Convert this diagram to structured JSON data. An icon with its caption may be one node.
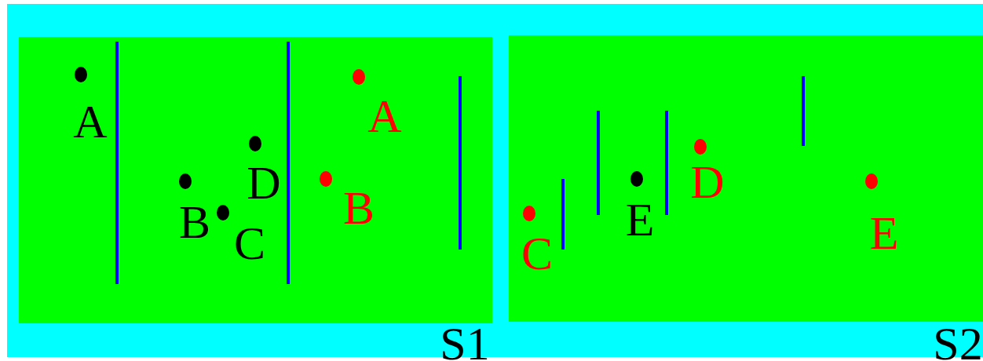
{
  "diagram": {
    "nodes": [
      {
        "text": [
          "S1"
        ]
      },
      {
        "text": [],
        "shape": "circle",
        "beside": [
          "A"
        ],
        "in": 0
      },
      {
        "text": [],
        "shape": "circle",
        "beside": [
          "B"
        ],
        "in": 0
      },
      {
        "text": [],
        "shape": "circle",
        "beside": [
          "C"
        ],
        "in": 0
      },
      {
        "text": [],
        "shape": "circle",
        "beside": [
          "D"
        ],
        "in": 0
      },
      {
        "text": [],
        "shape": "circle",
        "beside": [
          "A"
        ],
        "in": 0
      },
      {
        "text": [],
        "shape": "circle",
        "beside": [
          "B"
        ],
        "in": 0
      },
      {
        "text": [
          "S2"
        ]
      },
      {
        "text": [],
        "shape": "circle",
        "beside": [
          "C"
        ],
        "in": 7
      },
      {
        "text": [],
        "shape": "circle",
        "beside": [
          "E"
        ],
        "in": 7
      },
      {
        "text": [],
        "shape": "circle",
        "beside": [
          "D"
        ],
        "in": 7
      },
      {
        "text": [],
        "shape": "circle",
        "beside": [
          "E"
        ],
        "in": 7
      }
    ]
  }
}
